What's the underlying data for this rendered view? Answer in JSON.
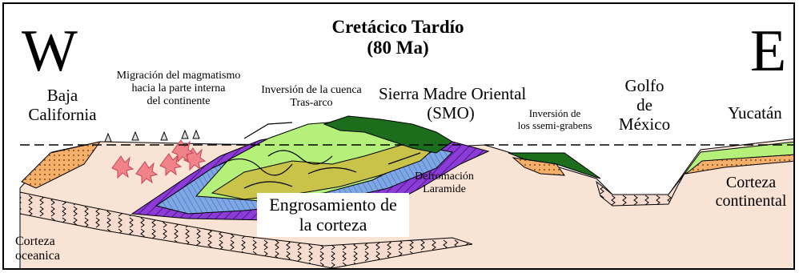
{
  "orientation": {
    "west": "W",
    "east": "E"
  },
  "title": {
    "line1": "Cretácico Tardío",
    "line2": "(80 Ma)"
  },
  "regions": {
    "baja_california": [
      "Baja",
      "California"
    ],
    "smo": [
      "Sierra Madre Oriental",
      "(SMO)"
    ],
    "golfo": [
      "Golfo",
      "de",
      "México"
    ],
    "yucatan": "Yucatán"
  },
  "annotations": {
    "migracion": [
      "Migración del magmatismo",
      "hacia la parte interna",
      "del continente"
    ],
    "inversion_cuenca": [
      "Inversión de la cuenca",
      "Tras-arco"
    ],
    "inversion_grabens": [
      "Inversión de",
      "los ssemi-grabens"
    ],
    "deformacion": [
      "Defromación",
      "Laramide"
    ],
    "engrosamiento": [
      "Engrosamiento de",
      "la corteza"
    ],
    "corteza_continental": [
      "Corteza",
      "continental"
    ],
    "corteza_oceanica": [
      "Corteza",
      "oceanica"
    ]
  },
  "colors": {
    "crust": "#f8e3d5",
    "purple": "#8d3bd8",
    "blue": "#7ea7e6",
    "lime": "#b5f07a",
    "olive": "#c9c34a",
    "dark_green": "#1c6d1c",
    "orange_dots": "#f4a05a",
    "magma": "#f2828a",
    "oceanic": "#f6d8cc"
  }
}
